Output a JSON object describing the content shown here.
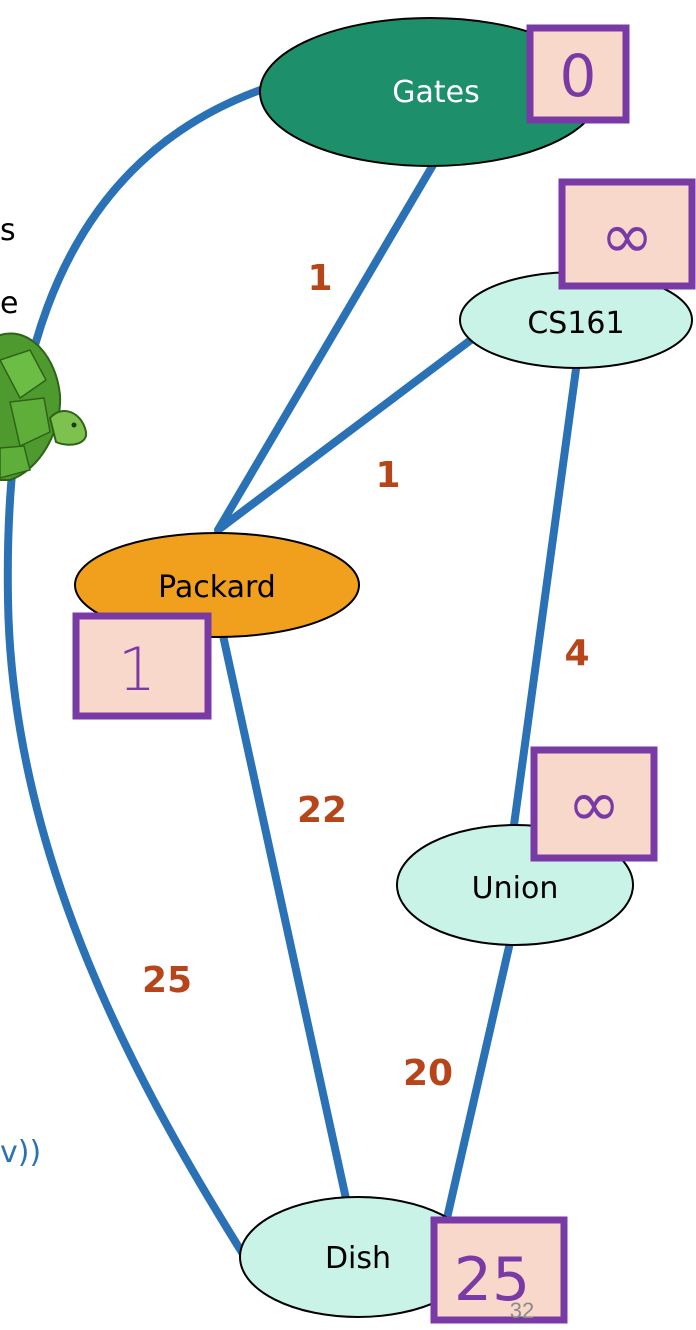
{
  "colors": {
    "edge": "#2a72b5",
    "weight_text": "#b6451a",
    "box_border": "#7a3aa6",
    "box_fill": "#f7d8cb",
    "dist_text": "#7a3aa6",
    "node_gates": "#1e8f6b",
    "node_packard": "#f0a01c",
    "node_default": "#c9f3e7",
    "cut_text_blue": "#2a72b5"
  },
  "nodes": {
    "gates": {
      "label": "Gates",
      "distance": "0"
    },
    "cs161": {
      "label": "CS161",
      "distance": "∞"
    },
    "packard": {
      "label": "Packard",
      "distance": "1"
    },
    "union": {
      "label": "Union",
      "distance": "∞"
    },
    "dish": {
      "label": "Dish",
      "distance": "25"
    }
  },
  "edges": {
    "gates_packard": {
      "weight": "1"
    },
    "cs161_packard": {
      "weight": "1"
    },
    "cs161_union": {
      "weight": "4"
    },
    "packard_dish": {
      "weight": "22"
    },
    "gates_dish": {
      "weight": "25"
    },
    "union_dish": {
      "weight": "20"
    }
  },
  "cut_off_text": {
    "line1": "s",
    "line2": "e",
    "line3": "v))"
  },
  "slide_number": "32",
  "decorations": {
    "turtle_icon": "turtle-icon"
  }
}
